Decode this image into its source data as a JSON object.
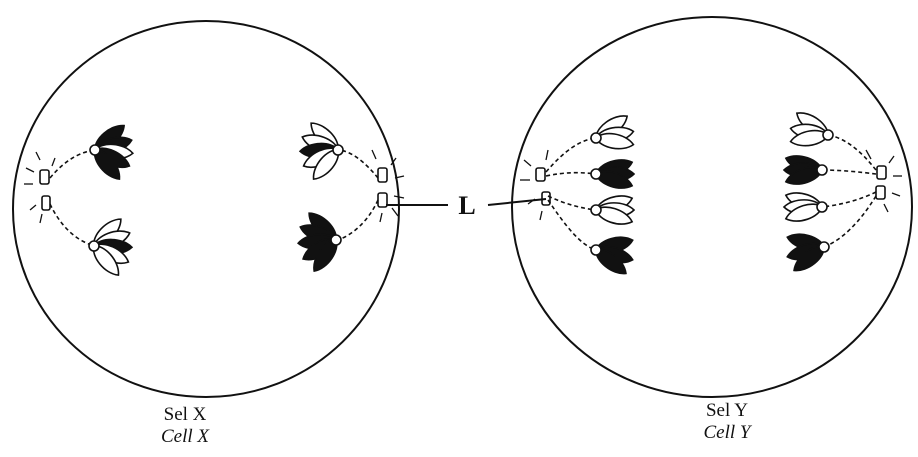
{
  "cells": [
    {
      "label_ms": "Sel X",
      "label_en": "Cell X"
    },
    {
      "label_ms": "Sel Y",
      "label_en": "Cell Y"
    }
  ],
  "pointer_label": "L"
}
